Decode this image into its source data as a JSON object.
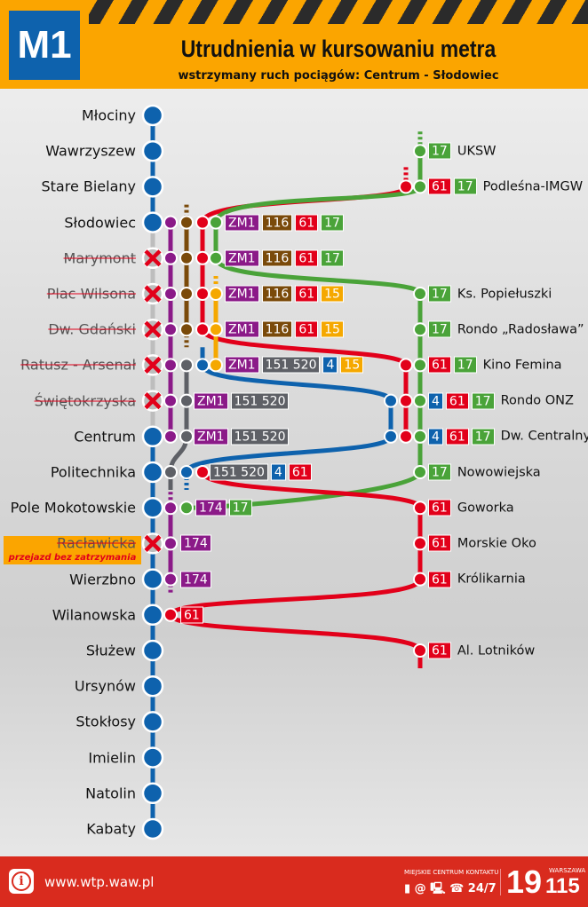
{
  "header": {
    "logo": "M1",
    "title": "Utrudnienia w kursowaniu metra",
    "subtitle": "wstrzymany ruch pociągów: Centrum - Słodowiec"
  },
  "colors": {
    "metro": "#0e62ad",
    "ZM1": "#8b1a88",
    "116": "#7a4a0a",
    "61": "#e2001a",
    "17": "#4aa339",
    "15": "#f5a800",
    "151 520": "#5e6066",
    "4": "#0e62ad",
    "174": "#8b1a88",
    "closed": "#bdbdbd"
  },
  "stations": [
    {
      "name": "Młociny",
      "closed": false
    },
    {
      "name": "Wawrzyszew",
      "closed": false
    },
    {
      "name": "Stare Bielany",
      "closed": false
    },
    {
      "name": "Słodowiec",
      "closed": false
    },
    {
      "name": "Marymont",
      "closed": true
    },
    {
      "name": "Plac Wilsona",
      "closed": true
    },
    {
      "name": "Dw. Gdański",
      "closed": true
    },
    {
      "name": "Ratusz - Arsenał",
      "closed": true
    },
    {
      "name": "Świętokrzyska",
      "closed": true
    },
    {
      "name": "Centrum",
      "closed": false
    },
    {
      "name": "Politechnika",
      "closed": false
    },
    {
      "name": "Pole Mokotowskie",
      "closed": false
    },
    {
      "name": "Racławicka",
      "closed": true
    },
    {
      "name": "Wierzbno",
      "closed": false
    },
    {
      "name": "Wilanowska",
      "closed": false
    },
    {
      "name": "Służew",
      "closed": false
    },
    {
      "name": "Ursynów",
      "closed": false
    },
    {
      "name": "Stokłosy",
      "closed": false
    },
    {
      "name": "Imielin",
      "closed": false
    },
    {
      "name": "Natolin",
      "closed": false
    },
    {
      "name": "Kabaty",
      "closed": false
    }
  ],
  "note": "przejazd bez zatrzymania",
  "left_badges": [
    {
      "row": 3,
      "routes": [
        "ZM1",
        "116",
        "61",
        "17"
      ]
    },
    {
      "row": 4,
      "routes": [
        "ZM1",
        "116",
        "61",
        "17"
      ]
    },
    {
      "row": 5,
      "routes": [
        "ZM1",
        "116",
        "61",
        "15"
      ]
    },
    {
      "row": 6,
      "routes": [
        "ZM1",
        "116",
        "61",
        "15"
      ]
    },
    {
      "row": 7,
      "routes": [
        "ZM1",
        "151 520",
        "4",
        "15"
      ]
    },
    {
      "row": 8,
      "routes": [
        "ZM1",
        "151 520"
      ]
    },
    {
      "row": 9,
      "routes": [
        "ZM1",
        "151 520"
      ]
    },
    {
      "row": 10,
      "routes": [
        "151 520",
        "4",
        "61"
      ]
    },
    {
      "row": 11,
      "routes": [
        "174",
        "17"
      ]
    },
    {
      "row": 12,
      "routes": [
        "174"
      ]
    },
    {
      "row": 13,
      "routes": [
        "174"
      ]
    },
    {
      "row": 14,
      "routes": [
        "61"
      ]
    }
  ],
  "right_stops": [
    {
      "row": 1,
      "routes": [
        "17"
      ],
      "name": "UKSW"
    },
    {
      "row": 2,
      "routes": [
        "61",
        "17"
      ],
      "name": "Podleśna-IMGW"
    },
    {
      "row": 5,
      "routes": [
        "17"
      ],
      "name": "Ks. Popiełuszki"
    },
    {
      "row": 6,
      "routes": [
        "17"
      ],
      "name": "Rondo „Radosława”"
    },
    {
      "row": 7,
      "routes": [
        "61",
        "17"
      ],
      "name": "Kino Femina"
    },
    {
      "row": 8,
      "routes": [
        "4",
        "61",
        "17"
      ],
      "name": "Rondo ONZ"
    },
    {
      "row": 9,
      "routes": [
        "4",
        "61",
        "17"
      ],
      "name": "Dw. Centralny"
    },
    {
      "row": 10,
      "routes": [
        "17"
      ],
      "name": "Nowowiejska"
    },
    {
      "row": 11,
      "routes": [
        "61"
      ],
      "name": "Goworka"
    },
    {
      "row": 12,
      "routes": [
        "61"
      ],
      "name": "Morskie Oko"
    },
    {
      "row": 13,
      "routes": [
        "61"
      ],
      "name": "Królikarnia"
    },
    {
      "row": 15,
      "routes": [
        "61"
      ],
      "name": "Al. Lotników"
    }
  ],
  "footer": {
    "url": "www.wtp.waw.pl",
    "contact_label": "MIEJSKIE CENTRUM KONTAKTU",
    "contact_icons": "▮ @ 🖳 ☎ 24/7",
    "num1": "19",
    "city": "WARSZAWA",
    "num2": "115"
  }
}
